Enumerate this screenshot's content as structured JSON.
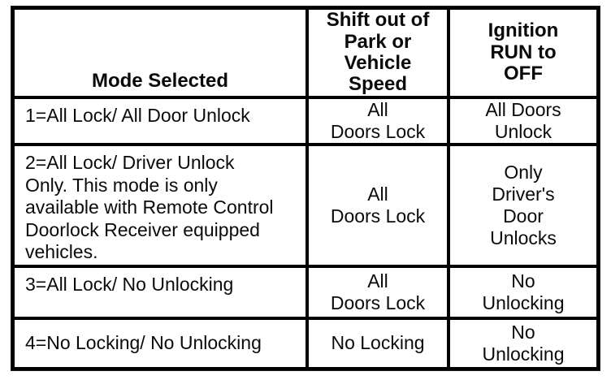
{
  "table": {
    "header": {
      "mode": "Mode Selected",
      "shift": "Shift out of\nPark or\nVehicle\nSpeed",
      "ignition": "Ignition\nRUN to\nOFF"
    },
    "rows": [
      {
        "mode": "1=All Lock/ All Door Unlock",
        "shift": "All\nDoors Lock",
        "ignition": "All Doors\nUnlock"
      },
      {
        "mode": "2=All Lock/ Driver Unlock\nOnly. This mode is only\navailable with Remote Control\nDoorlock Receiver equipped\nvehicles.",
        "shift": "All\nDoors Lock",
        "ignition": "Only\nDriver's\nDoor\nUnlocks"
      },
      {
        "mode": "3=All Lock/ No Unlocking",
        "shift": "All\nDoors Lock",
        "ignition": "No\nUnlocking"
      },
      {
        "mode": "4=No Locking/ No Unlocking",
        "shift": "No Locking",
        "ignition": "No\nUnlocking"
      }
    ]
  },
  "colors": {
    "text": "#0a0a0a",
    "background": "#ffffff",
    "border": "#000000"
  }
}
